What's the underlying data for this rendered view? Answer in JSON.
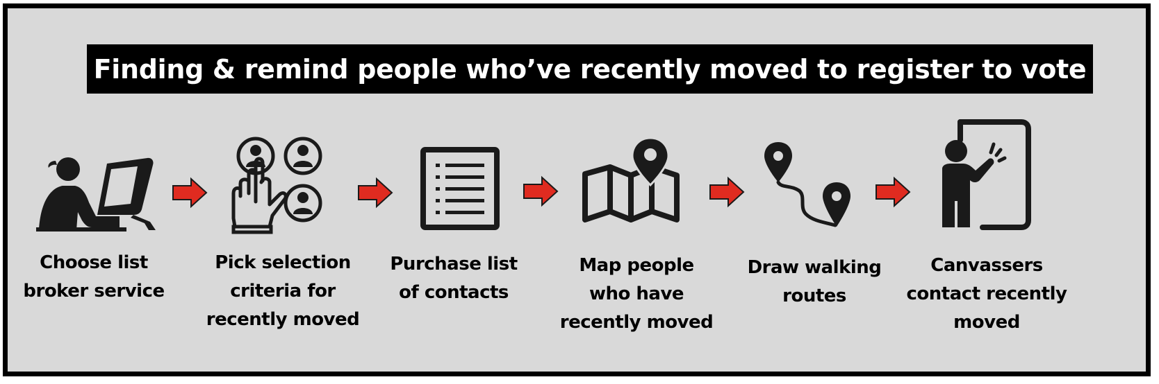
{
  "title": "Finding & remind people who’ve recently moved to register to vote",
  "steps": [
    {
      "icon": "person-at-computer-icon",
      "lines": [
        "Choose list",
        "broker service"
      ]
    },
    {
      "icon": "hand-selecting-people-icon",
      "lines": [
        "Pick selection",
        "criteria for",
        "recently moved"
      ]
    },
    {
      "icon": "contact-list-icon",
      "lines": [
        "Purchase list",
        "of contacts"
      ]
    },
    {
      "icon": "map-with-pin-icon",
      "lines": [
        "Map people",
        "who have",
        "recently moved"
      ]
    },
    {
      "icon": "route-pins-icon",
      "lines": [
        "Draw walking",
        "routes"
      ]
    },
    {
      "icon": "person-knocking-door-icon",
      "lines": [
        "Canvassers",
        "contact recently",
        "moved"
      ]
    }
  ],
  "colors": {
    "frame": "#000000",
    "background": "#d9d9d9",
    "title_bg": "#000000",
    "title_text": "#ffffff",
    "arrow": "#e02b20",
    "icon": "#1a1a1a"
  }
}
